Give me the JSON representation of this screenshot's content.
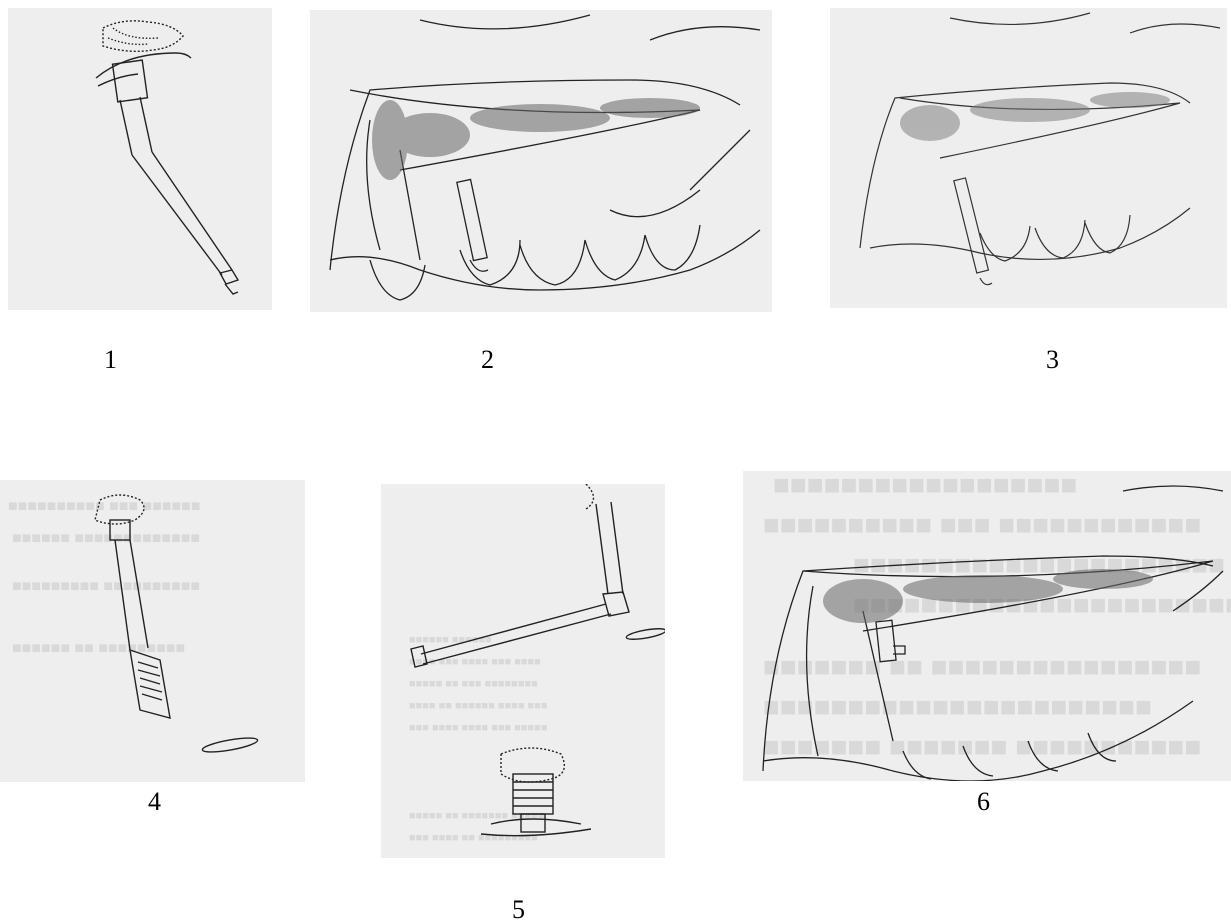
{
  "figures": [
    {
      "label": "1"
    },
    {
      "label": "2"
    },
    {
      "label": "3"
    },
    {
      "label": "4"
    },
    {
      "label": "5"
    },
    {
      "label": "6"
    }
  ]
}
